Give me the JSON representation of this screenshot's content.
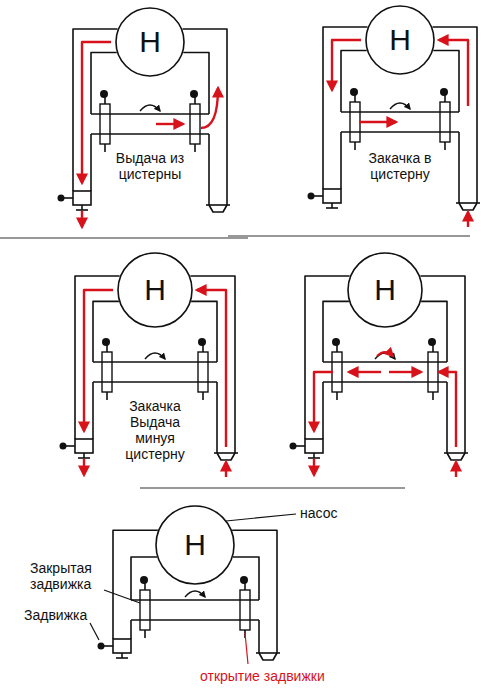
{
  "diagram": {
    "nodes": [
      {
        "text": [
          "Н"
        ]
      },
      {
        "text": [
          "Н"
        ]
      },
      {
        "text": [
          "Н"
        ]
      },
      {
        "text": [
          "Н"
        ]
      },
      {
        "text": [
          "Н"
        ]
      }
    ],
    "labels": [
      "Выдача из цистерны",
      "Закачка в цистерну",
      "Закачка Выдача минуя цистерну",
      "насос",
      "Закрытая задвижка",
      "Задвижка",
      "открытие задвижки"
    ]
  }
}
